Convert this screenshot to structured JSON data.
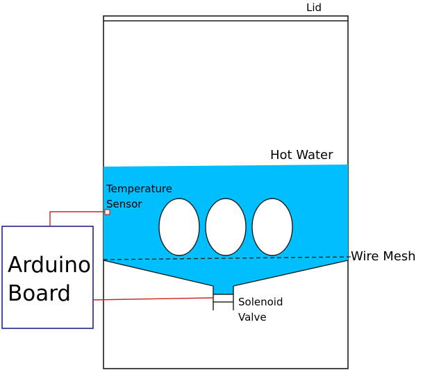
{
  "labels": {
    "lid": "Lid",
    "hot_water": "Hot Water",
    "temperature_sensor_line1": "Temperature",
    "temperature_sensor_line2": "Sensor",
    "wire_mesh": "Wire Mesh",
    "solenoid_line1": "Solenoid",
    "solenoid_line2": "Valve",
    "arduino_line1": "Arduino",
    "arduino_line2": "Board"
  },
  "colors": {
    "water": "#00BFFF",
    "outline": "#1a1a1a",
    "arduino_border": "#1f1f8f",
    "wire": "#d02020",
    "sensor": "#d02020"
  }
}
